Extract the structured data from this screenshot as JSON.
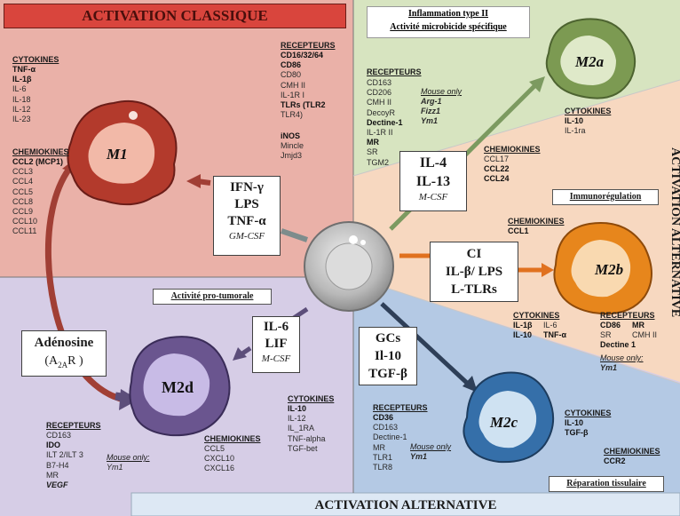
{
  "title_classic": "ACTIVATION CLASSIQUE",
  "title_alt_bottom": "ACTIVATION ALTERNATIVE",
  "title_alt_side": "ACTIVATION ALTERNATIVE",
  "m2a_header": {
    "line1": "Inflammation type II",
    "line2": "Activité microbicide spécifique"
  },
  "labels": {
    "immunoregulation": "Immunorégulation",
    "pro_tumorale": "Activité pro-tumorale",
    "reparation": "Réparation tissulaire"
  },
  "cells": {
    "m1": "M1",
    "m2a": "M2a",
    "m2b": "M2b",
    "m2c": "M2c",
    "m2d": "M2d"
  },
  "stimuli": {
    "m1": {
      "line1": "IFN-γ",
      "line2": "LPS",
      "line3": "TNF-α",
      "line4": "GM-CSF"
    },
    "m2a": {
      "line1": "IL-4",
      "line2": "IL-13",
      "line3": "M-CSF"
    },
    "m2b": {
      "line1": "CI",
      "line2": "IL-β/ LPS",
      "line3": "L-TLRs"
    },
    "m2c": {
      "line1": "GCs",
      "line2": "Il-10",
      "line3": "TGF-β"
    },
    "m2d": {
      "line1": "IL-6",
      "line2": "LIF",
      "line3": "M-CSF"
    },
    "adenosine": {
      "line1": "Adénosine",
      "line2": "(A",
      "sub": "2A",
      "line3": "R )"
    }
  },
  "m1_text": {
    "cytokines_title": "CYTOKINES",
    "cytokines": [
      "TNF-α",
      "IL-1β",
      "IL-6",
      "IL-18",
      "IL-12",
      "IL-23"
    ],
    "chemokines_title": "CHEMIOKINES",
    "chemokines": [
      "CCL2 (MCP1)",
      "CCL3",
      "CCL4",
      "CCL5",
      "CCL8",
      "CCL9",
      "CCL10",
      "CCL11"
    ],
    "receptors_title": "RECEPTEURS",
    "receptors": [
      "CD16/32/64",
      "CD86",
      "CD80",
      "CMH II",
      "IL-1R I",
      "TLRs (TLR2",
      "TLR4)"
    ],
    "other": [
      "iNOS",
      "Mincle",
      "Jmjd3"
    ]
  },
  "m2a_text": {
    "receptors_title": "RECEPTEURS",
    "receptors": [
      "CD163",
      "CD206",
      "CMH II",
      "DecoyR",
      "Dectine-1",
      "IL-1R II",
      "MR",
      "SR",
      "TGM2"
    ],
    "mouse_title": "Mouse only",
    "mouse": [
      "Arg-1",
      "Fizz1",
      "Ym1"
    ],
    "cytokines_title": "CYTOKINES",
    "cytokines": [
      "IL-10",
      "IL-1ra"
    ],
    "chemokines_title": "CHEMIOKINES",
    "chemokines": [
      "CCL17",
      "CCL22",
      "CCL24"
    ]
  },
  "m2b_text": {
    "chemokines_title": "CHEMIOKINES",
    "chemokines": [
      "CCL1"
    ],
    "cytokines_title": "CYTOKINES",
    "cytokines_col1": [
      "IL-1β",
      "IL-10"
    ],
    "cytokines_col2": [
      "IL-6",
      "TNF-α"
    ],
    "receptors_title": "RECEPTEURS",
    "receptors_col1": [
      "CD86",
      "SR",
      "Dectine 1"
    ],
    "receptors_col2": [
      "MR",
      "CMH II"
    ],
    "mouse_title": "Mouse only:",
    "mouse": [
      "Ym1"
    ]
  },
  "m2c_text": {
    "receptors_title": "RECEPTEURS",
    "receptors": [
      "CD36",
      "CD163",
      "Dectine-1",
      "MR",
      "TLR1",
      "TLR8"
    ],
    "mouse_title": "Mouse only",
    "mouse": [
      "Ym1"
    ],
    "cytokines_title": "CYTOKINES",
    "cytokines": [
      "IL-10",
      "TGF-β"
    ],
    "chemokines_title": "CHEMIOKINES",
    "chemokines": [
      "CCR2"
    ]
  },
  "m2d_text": {
    "receptors_title": "RECEPTEURS",
    "receptors": [
      "CD163",
      "IDO",
      "ILT 2/ILT 3",
      "B7-H4",
      "MR"
    ],
    "mouse_title": "Mouse only:",
    "mouse": [
      "Ym1"
    ],
    "vegf": "VEGF",
    "cytokines_title": "CYTOKINES",
    "cytokines": [
      "IL-10",
      "IL-12",
      "IL_1RA",
      "TNF-alpha",
      "TGF-bet"
    ],
    "chemokines_title": "CHEMIOKINES",
    "chemokines": [
      "CCL5",
      "CXCL10",
      "CXCL16"
    ]
  },
  "colors": {
    "m1_region": "#eab1a8",
    "m2a_region": "#d7e4c0",
    "m2b_region": "#f7d8c0",
    "m2c_region": "#b4c9e4",
    "m2d_region": "#d6cde6",
    "banner": "#d9453d"
  }
}
